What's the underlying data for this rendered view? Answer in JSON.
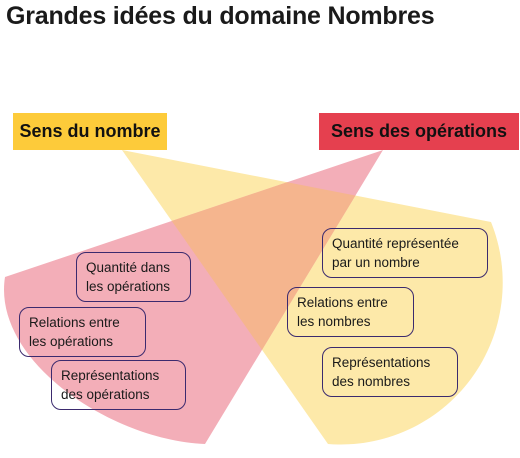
{
  "title": "Grandes idées du domaine Nombres",
  "headings": {
    "left": "Sens du nombre",
    "right": "Sens des opérations"
  },
  "colors": {
    "yellow_label": "#fdcb3a",
    "red_label": "#e5404f",
    "yellow_cone": "#fde9a9",
    "red_cone": "#f3aeb8",
    "overlap": "#f5b58e",
    "bubble_border": "#3b2a6e"
  },
  "operations_items": [
    {
      "line1": "Quantité dans",
      "line2": "les opérations"
    },
    {
      "line1": "Relations entre",
      "line2": "les opérations"
    },
    {
      "line1": "Représentations",
      "line2": "des opérations"
    }
  ],
  "number_items": [
    {
      "line1": "Quantité représentée",
      "line2": "par un nombre"
    },
    {
      "line1": "Relations entre",
      "line2": "les nombres"
    },
    {
      "line1": "Représentations",
      "line2": "des nombres"
    }
  ]
}
